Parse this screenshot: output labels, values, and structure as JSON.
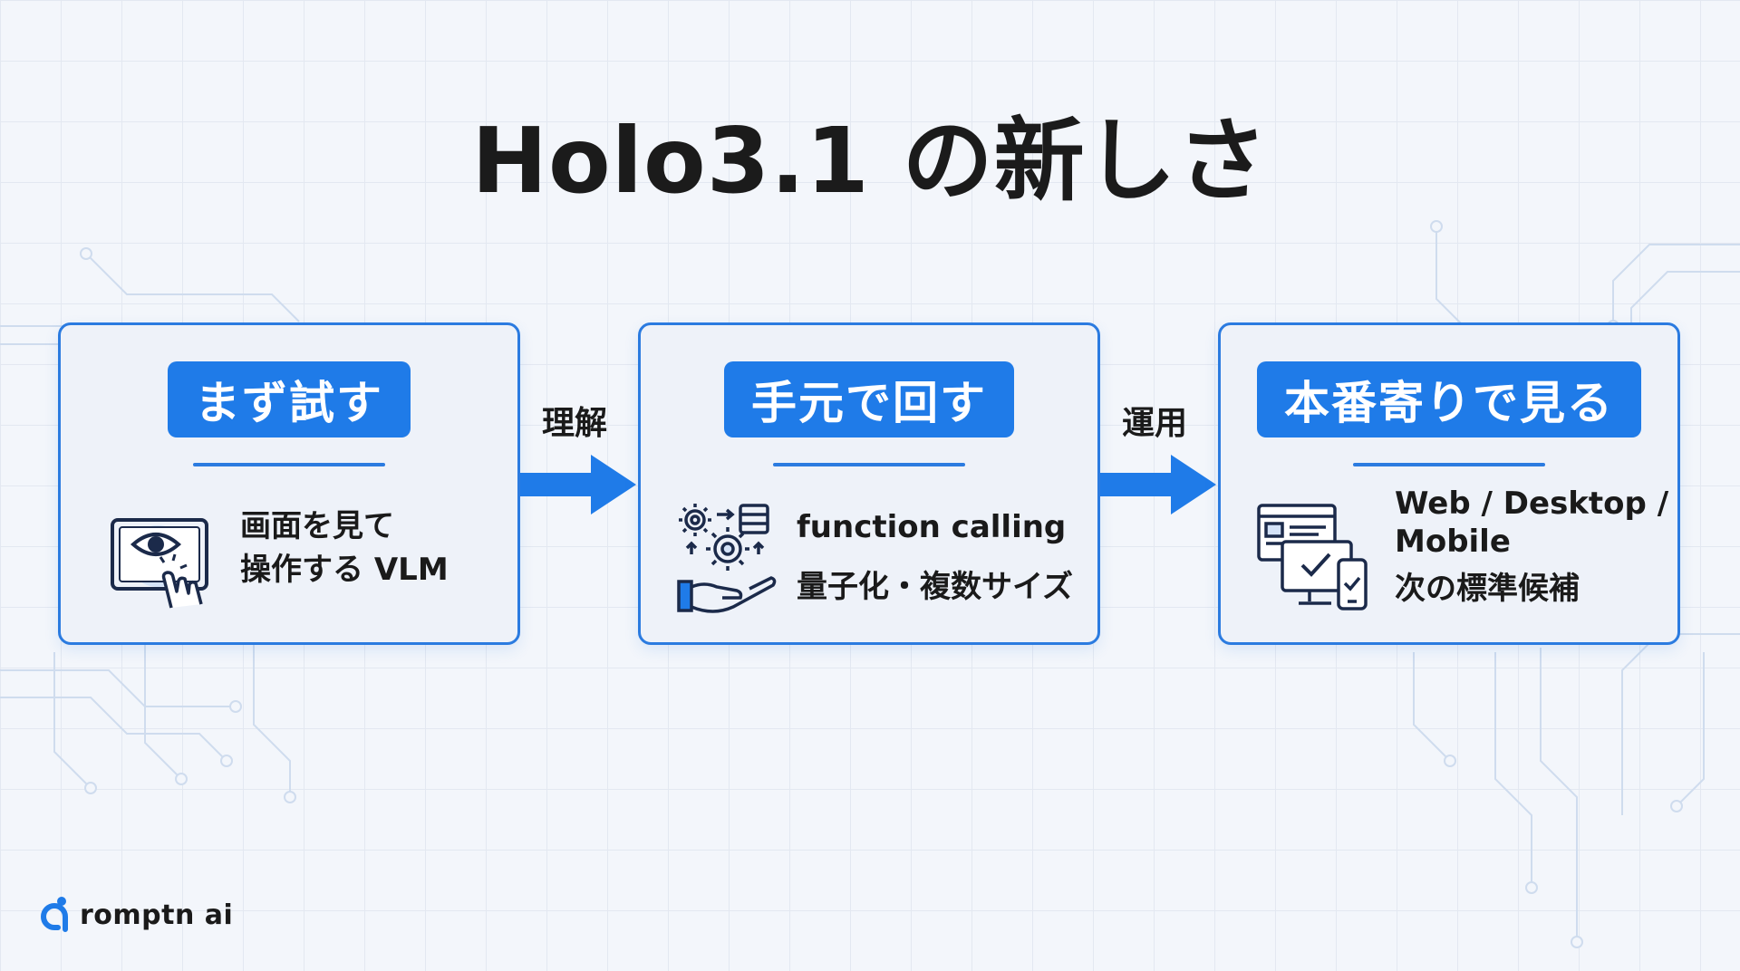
{
  "title": "Holo3.1 の新しさ",
  "steps": [
    {
      "label": "まず試す",
      "lines": [
        "画面を見て",
        "操作する VLM"
      ]
    },
    {
      "label": "手元で回す",
      "lines": [
        "function calling",
        "量子化・複数サイズ"
      ]
    },
    {
      "label": "本番寄りで見る",
      "lines": [
        "Web / Desktop /",
        "Mobile",
        "次の標準候補"
      ]
    }
  ],
  "arrows": [
    {
      "label": "理解"
    },
    {
      "label": "運用"
    }
  ],
  "logo": {
    "text": "romptn ai"
  },
  "icons": [
    "eye-touch-screen-icon",
    "gear-hand-icon",
    "multi-device-icon",
    "romptn-logo-icon"
  ],
  "colors": {
    "accent": "#1f7be8",
    "border": "#2b7be0",
    "card_bg": "#eef2f9",
    "page_bg": "#f3f6fb"
  }
}
